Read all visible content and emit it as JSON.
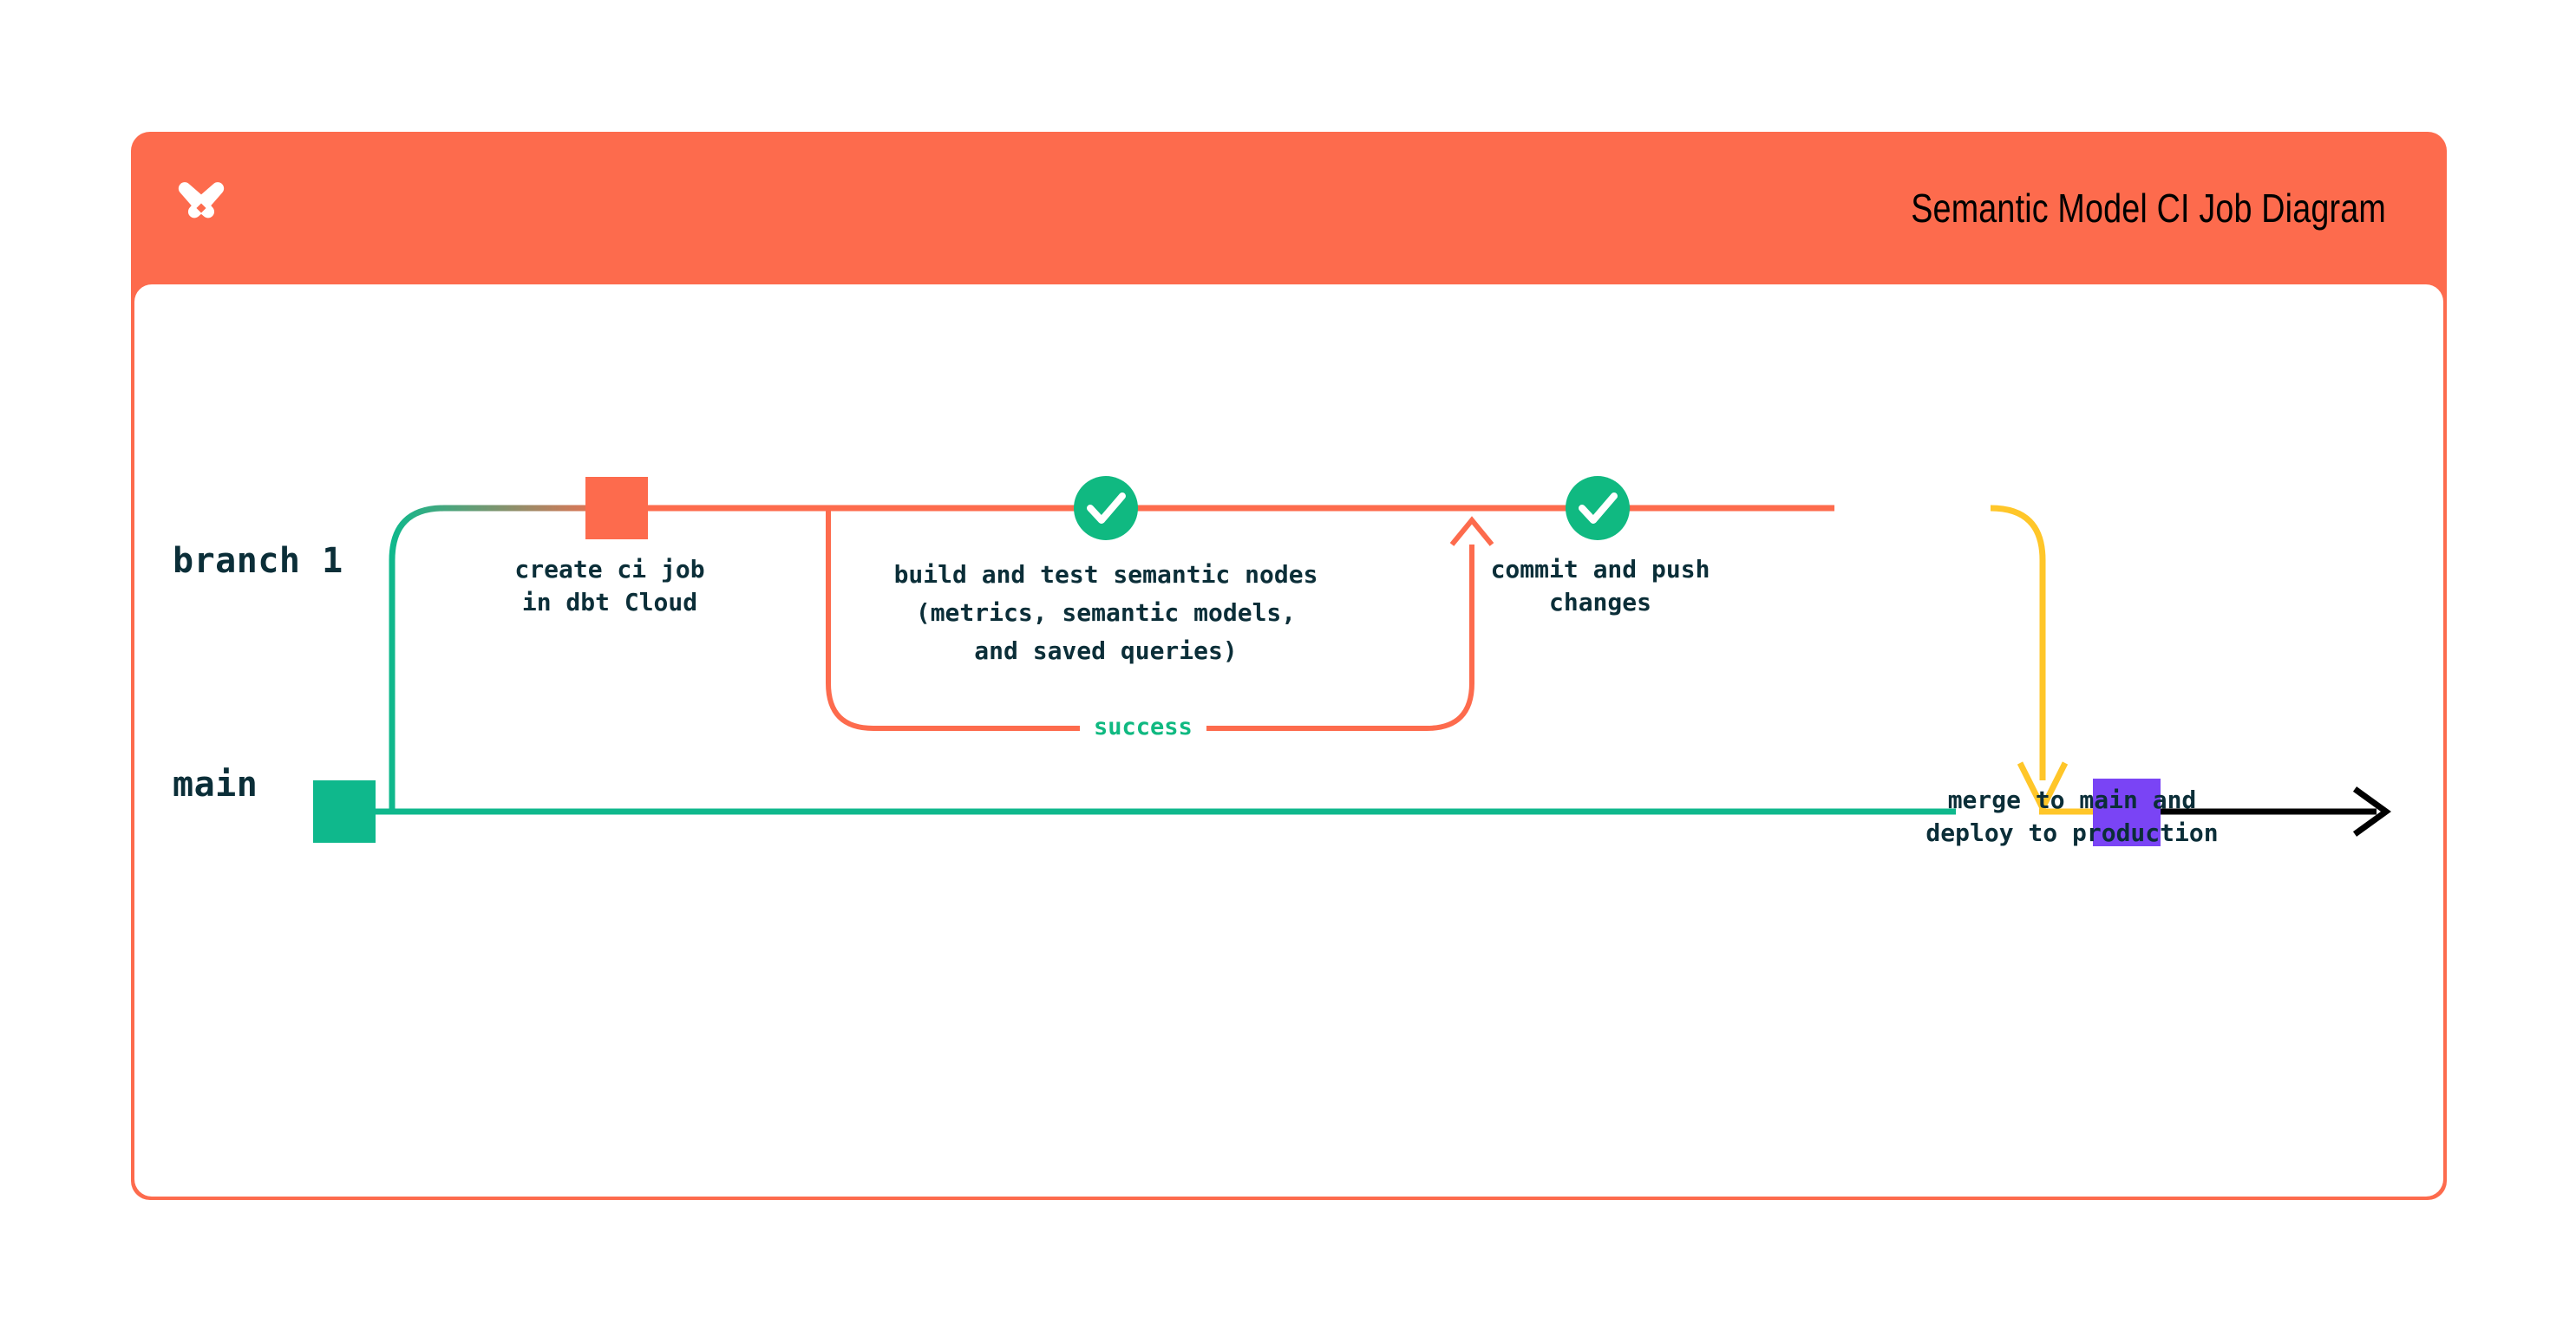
{
  "card": {
    "title": "Semantic Model CI Job Diagram",
    "logo_icon": "dbt-x-logo-icon",
    "header_color": "#FD6B4D",
    "body_color": "#FFFFFF"
  },
  "palette": {
    "coral": "#FD6B4D",
    "green": "#0FB88C",
    "check_green": "#10B981",
    "yellow": "#FFC629",
    "purple": "#7A44F5",
    "ink": "#0B2E38",
    "black": "#000000"
  },
  "diagram": {
    "type": "git-branch-flow",
    "branches": [
      {
        "name": "branch 1",
        "label": "branch 1",
        "line_color": "#FD6B4D",
        "lane": "upper"
      },
      {
        "name": "main",
        "label": "main",
        "line_color": "#0FB88C",
        "lane": "lower"
      }
    ],
    "nodes": [
      {
        "id": "create-ci-job",
        "shape": "square",
        "color": "#FD6B4D",
        "branch": "branch 1",
        "caption": [
          "create ci job",
          "in dbt Cloud"
        ]
      },
      {
        "id": "build-and-test",
        "shape": "check-circle",
        "color": "#10B981",
        "icon": "check-icon",
        "branch": "branch 1",
        "caption": [
          "build and test semantic nodes",
          "(metrics, semantic models,",
          "and saved queries)"
        ]
      },
      {
        "id": "commit-and-push",
        "shape": "check-circle",
        "color": "#10B981",
        "icon": "check-icon",
        "branch": "branch 1",
        "caption": [
          "commit and push",
          "changes"
        ]
      },
      {
        "id": "merge-to-main",
        "shape": "square",
        "color": "#7A44F5",
        "branch": "main",
        "caption": [
          "merge to main and",
          "deploy to production"
        ]
      },
      {
        "id": "main-start",
        "shape": "square",
        "color": "#0FB88C",
        "branch": "main",
        "caption": []
      }
    ],
    "edges": [
      {
        "id": "retry-loop",
        "label": "success",
        "label_color": "#10B981",
        "color": "#FD6B4D",
        "style": "rounded-rect-loop",
        "arrow": "up"
      },
      {
        "id": "merge-edge",
        "color": "#FFC629",
        "style": "curve-down",
        "arrow": "down"
      },
      {
        "id": "production-edge",
        "color": "#000000",
        "style": "straight",
        "arrow": "right"
      },
      {
        "id": "branch-off",
        "color": "#0FB88C",
        "style": "curve-up",
        "arrow": "none"
      }
    ],
    "captions": {
      "create_ci_job_l1": "create ci job",
      "create_ci_job_l2": "in dbt Cloud",
      "build_test_l1": "build and test semantic nodes",
      "build_test_l2": "(metrics, semantic models,",
      "build_test_l3": "and saved queries)",
      "commit_push_l1": "commit and push",
      "commit_push_l2": "changes",
      "merge_l1": "merge to main and",
      "merge_l2": "deploy to production",
      "success": "success"
    }
  }
}
